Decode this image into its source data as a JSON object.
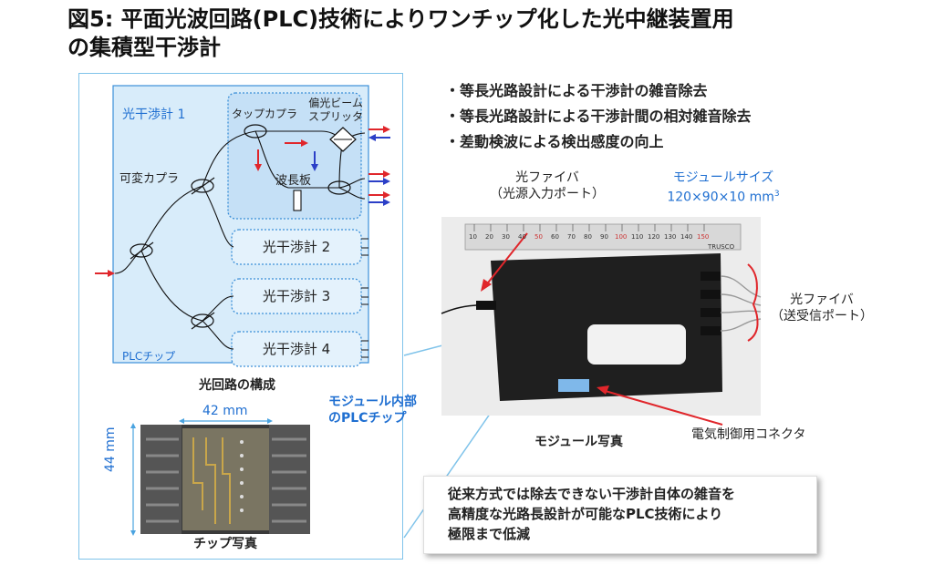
{
  "title_line1": "図5: 平面光波回路(PLC)技術によりワンチップ化した光中継装置用",
  "title_line2": "の集積型干渉計",
  "bullets": [
    "等長光路設計による干渉計の雑音除去",
    "等長光路設計による干渉計間の相対雑音除去",
    "差動検波による検出感度の向上"
  ],
  "circuit": {
    "interferometer_1": "光干渉計 1",
    "tap_coupler": "タップカプラ",
    "pbs_line1": "偏光ビーム",
    "pbs_line2": "スプリッタ",
    "wave_plate": "波長板",
    "variable_coupler": "可変カプラ",
    "interferometer_2": "光干渉計 2",
    "interferometer_3": "光干渉計 3",
    "interferometer_4": "光干渉計 4",
    "plc_chip": "PLCチップ",
    "caption": "光回路の構成"
  },
  "chip_photo": {
    "width_label": "42 mm",
    "height_label": "44 mm",
    "caption": "チップ写真"
  },
  "module_inside": {
    "line1": "モジュール内部",
    "line2": "のPLCチップ"
  },
  "module": {
    "fiber_in_line1": "光ファイバ",
    "fiber_in_line2": "（光源入力ポート）",
    "size_label": "モジュールサイズ",
    "size_value": "120×90×10 mm",
    "size_sup": "3",
    "fiber_out_line1": "光ファイバ",
    "fiber_out_line2": "（送受信ポート）",
    "connector": "電気制御用コネクタ",
    "caption": "モジュール写真",
    "ruler_brand": "TRUSCO",
    "ruler_ticks": [
      "10",
      "20",
      "30",
      "40",
      "50",
      "60",
      "70",
      "80",
      "90",
      "100",
      "110",
      "120",
      "130",
      "140",
      "150"
    ]
  },
  "note": [
    "従来方式では除去できない干渉計自体の雑音を",
    "高精度な光路長設計が可能なPLC技術により",
    "極限まで低減"
  ],
  "colors": {
    "accent_blue": "#1f6fd1",
    "arrow_red": "#e0262b",
    "arrow_blue": "#2b3fc7",
    "chip_fill": "#d8ecfa"
  }
}
